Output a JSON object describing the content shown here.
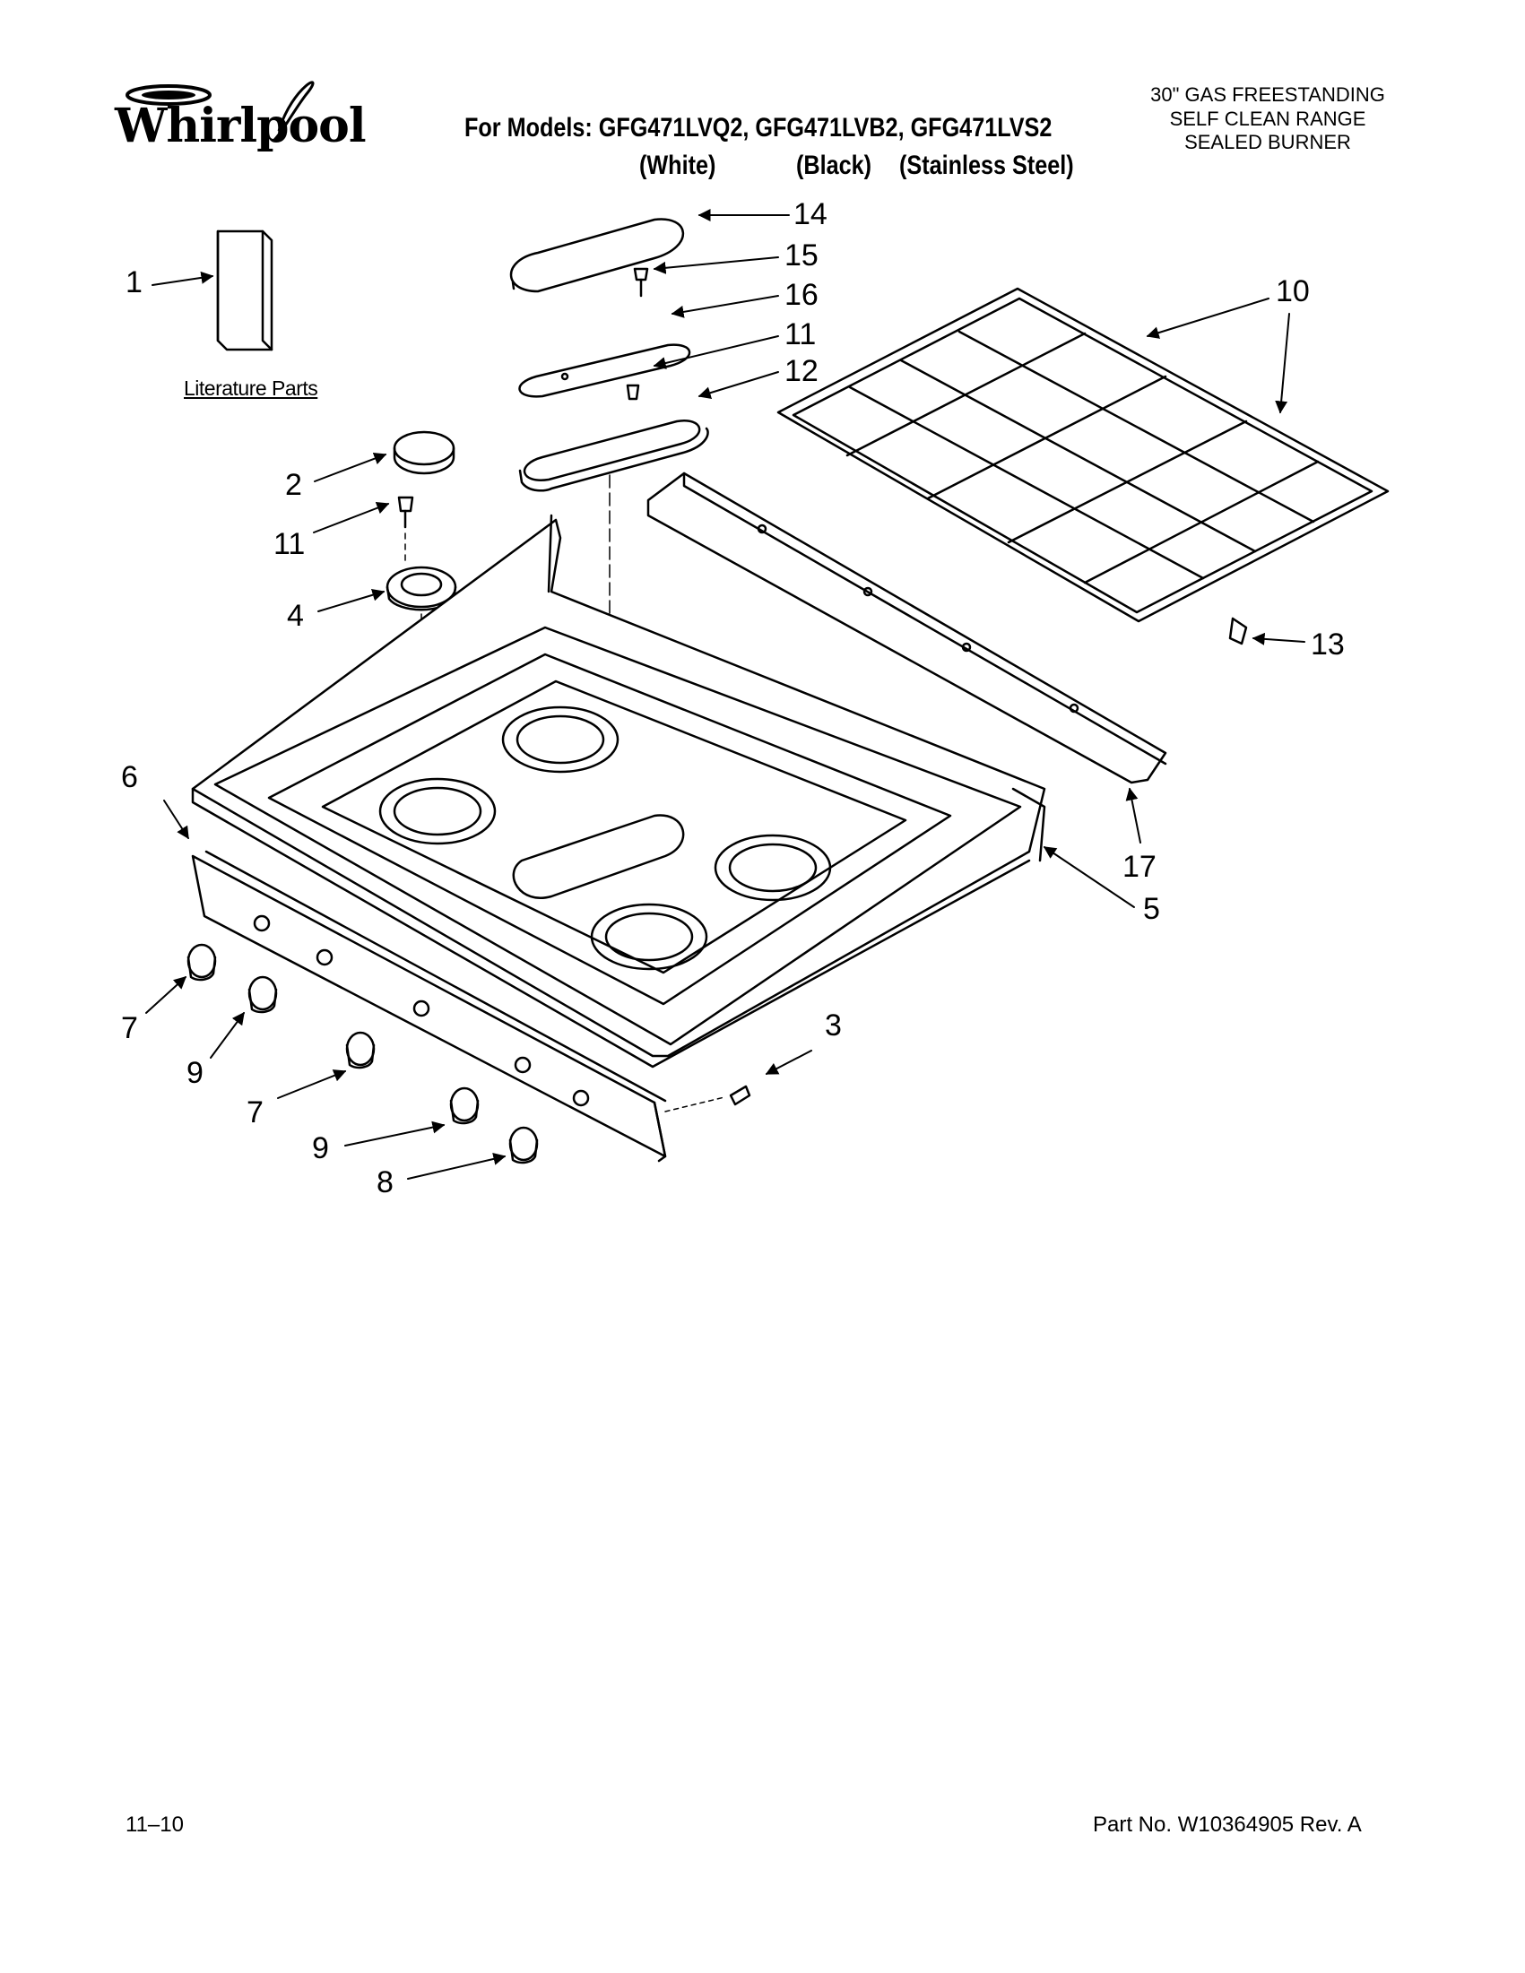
{
  "header": {
    "brand": "Whirlpool",
    "models_line": "For Models: GFG471LVQ2, GFG471LVB2, GFG471LVS2",
    "variants": [
      "(White)",
      "(Black)",
      "(Stainless Steel)"
    ],
    "product_lines": [
      "30\" GAS FREESTANDING",
      "SELF CLEAN RANGE",
      "SEALED BURNER"
    ]
  },
  "diagram": {
    "literature_label": "Literature Parts",
    "callouts": {
      "c1": "1",
      "c2": "2",
      "c3": "3",
      "c4": "4",
      "c5": "5",
      "c6": "6",
      "c7a": "7",
      "c7b": "7",
      "c8": "8",
      "c9a": "9",
      "c9b": "9",
      "c10": "10",
      "c11a": "11",
      "c11b": "11",
      "c12": "12",
      "c13": "13",
      "c14": "14",
      "c15": "15",
      "c16": "16",
      "c17": "17"
    }
  },
  "footer": {
    "date": "11–10",
    "part_no": "Part No. W10364905 Rev. A"
  }
}
